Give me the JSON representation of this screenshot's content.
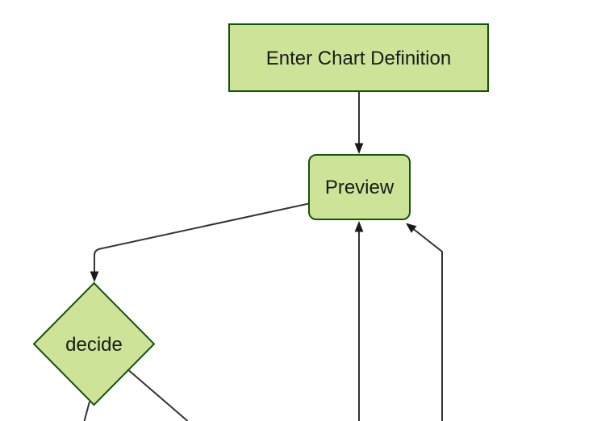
{
  "diagram": {
    "type": "flowchart",
    "direction": "top-down",
    "background": "#ffffff",
    "theme": {
      "node_fill": "#cde498",
      "node_border": "#13540c",
      "edge_color": "#333333",
      "arrow_color": "#1a1a1a",
      "text_color": "#1a1a1a"
    },
    "nodes": [
      {
        "id": "enter-chart-definition",
        "shape": "rectangle",
        "label": "Enter Chart Definition"
      },
      {
        "id": "preview",
        "shape": "rounded-rectangle",
        "label": "Preview"
      },
      {
        "id": "decide",
        "shape": "diamond",
        "label": "decide"
      }
    ],
    "edges": [
      {
        "from": "enter-chart-definition",
        "to": "preview",
        "arrow": "down"
      },
      {
        "from": "preview",
        "to": "decide",
        "arrow": "down"
      },
      {
        "from": "offscreen-bottom-middle",
        "to": "preview",
        "arrow": "up"
      },
      {
        "from": "offscreen-bottom-right",
        "to": "preview",
        "arrow": "up-left"
      },
      {
        "from": "decide",
        "to": "offscreen-bottom-left",
        "arrow": "cropped"
      },
      {
        "from": "decide",
        "to": "offscreen-bottom-right",
        "arrow": "cropped"
      }
    ]
  }
}
